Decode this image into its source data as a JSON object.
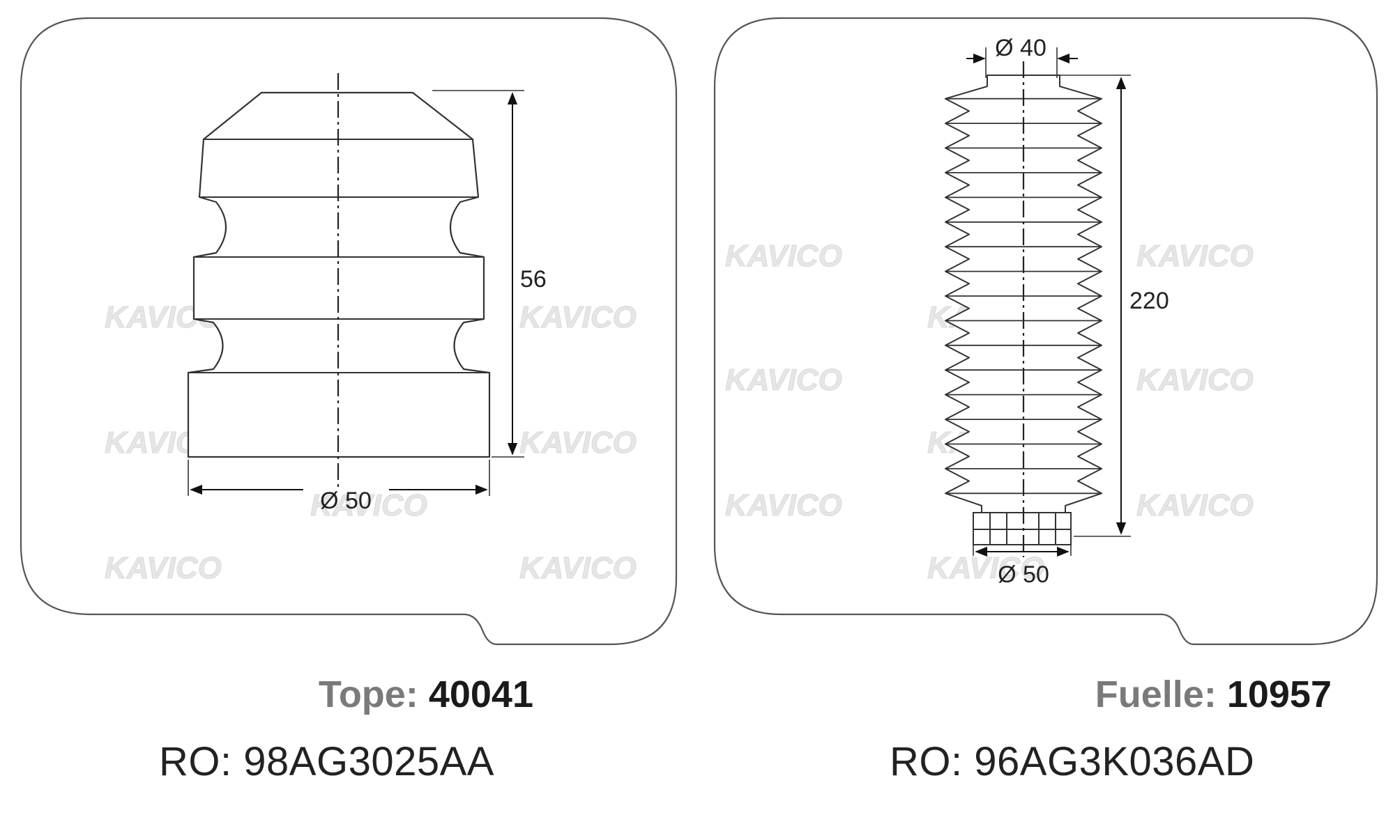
{
  "brand": {
    "watermark_text": "KAVICO"
  },
  "parts": [
    {
      "type_label": "Tope:",
      "part_number": "40041",
      "ro_label": "RO:",
      "ro_code": "98AG3025AA",
      "dim_height": "56",
      "dim_diameter": "Ø 50"
    },
    {
      "type_label": "Fuelle:",
      "part_number": "10957",
      "ro_label": "RO:",
      "ro_code": "96AG3K036AD",
      "dim_height": "220",
      "dim_top_diameter": "Ø 40",
      "dim_bottom_diameter": "Ø 50"
    }
  ],
  "colors": {
    "outline": "#333333",
    "body_fill": "#ffffff",
    "watermark": "#e3e3e3",
    "type_label": "#7a7a7a",
    "part_number": "#1a1a1a"
  }
}
